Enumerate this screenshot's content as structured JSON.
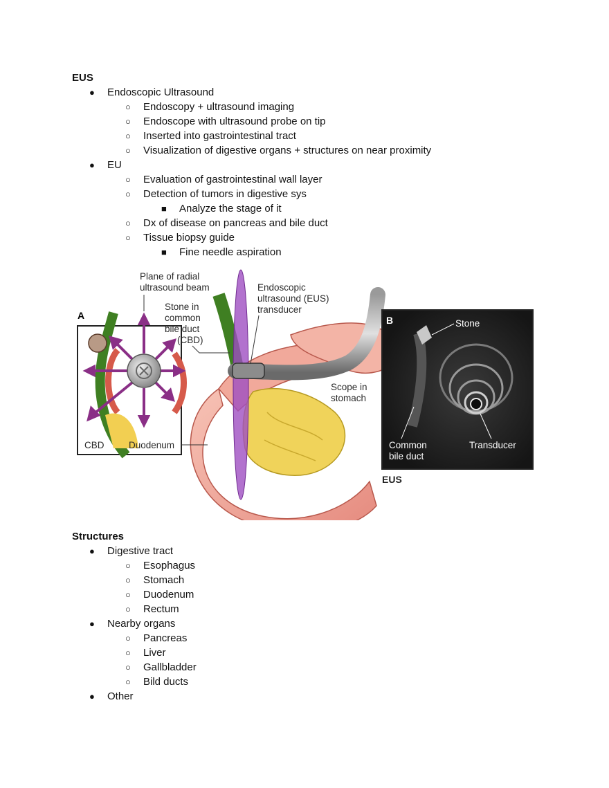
{
  "section1": {
    "title": "EUS",
    "items": [
      {
        "label": "Endoscopic Ultrasound",
        "children": [
          {
            "label": "Endoscopy + ultrasound imaging"
          },
          {
            "label": "Endoscope with ultrasound probe on tip"
          },
          {
            "label": "Inserted into gastrointestinal tract"
          },
          {
            "label": "Visualization of digestive organs + structures on near proximity"
          }
        ]
      },
      {
        "label": "EU",
        "children": [
          {
            "label": "Evaluation of gastrointestinal wall layer"
          },
          {
            "label": "Detection of tumors in digestive sys",
            "children": [
              {
                "label": "Analyze the stage of it"
              }
            ]
          },
          {
            "label": "Dx of disease on pancreas and bile duct"
          },
          {
            "label": "Tissue biopsy guide",
            "children": [
              {
                "label": "Fine needle aspiration"
              }
            ]
          }
        ]
      }
    ]
  },
  "figure": {
    "panel_a_letter": "A",
    "panel_b_letter": "B",
    "plane_label": [
      "Plane of radial",
      "ultrasound beam"
    ],
    "stone_cbd_label": [
      "Stone in",
      "common",
      "bile duct",
      "(CBD)"
    ],
    "transducer_label": [
      "Endoscopic",
      "ultrasound (EUS)",
      "transducer"
    ],
    "cbd_label": "CBD",
    "duodenum_label": "Duodenum",
    "scope_label": [
      "Scope in",
      "stomach"
    ],
    "b_stone_label": "Stone",
    "b_duct_label": [
      "Common",
      "bile duct"
    ],
    "b_transducer_label": "Transducer",
    "eus_caption": "EUS"
  },
  "section2": {
    "title": "Structures",
    "items": [
      {
        "label": "Digestive tract",
        "children": [
          {
            "label": "Esophagus"
          },
          {
            "label": "Stomach"
          },
          {
            "label": "Duodenum"
          },
          {
            "label": "Rectum"
          }
        ]
      },
      {
        "label": "Nearby organs",
        "children": [
          {
            "label": "Pancreas"
          },
          {
            "label": "Liver"
          },
          {
            "label": "Gallbladder"
          },
          {
            "label": "Bild ducts"
          }
        ]
      },
      {
        "label": "Other"
      }
    ]
  },
  "bullets": {
    "level1": "●",
    "level2": "○",
    "level3": "■"
  }
}
